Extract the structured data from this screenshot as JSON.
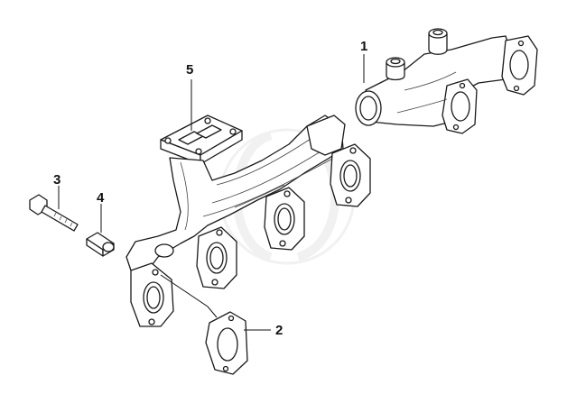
{
  "callouts": [
    {
      "id": "callout-1",
      "label": "1"
    },
    {
      "id": "callout-2",
      "label": "2"
    },
    {
      "id": "callout-3",
      "label": "3"
    },
    {
      "id": "callout-4",
      "label": "4"
    },
    {
      "id": "callout-5",
      "label": "5"
    }
  ],
  "colors": {
    "line": "#1a1a1a",
    "watermark": "#d9d9d9",
    "background": "#ffffff"
  }
}
